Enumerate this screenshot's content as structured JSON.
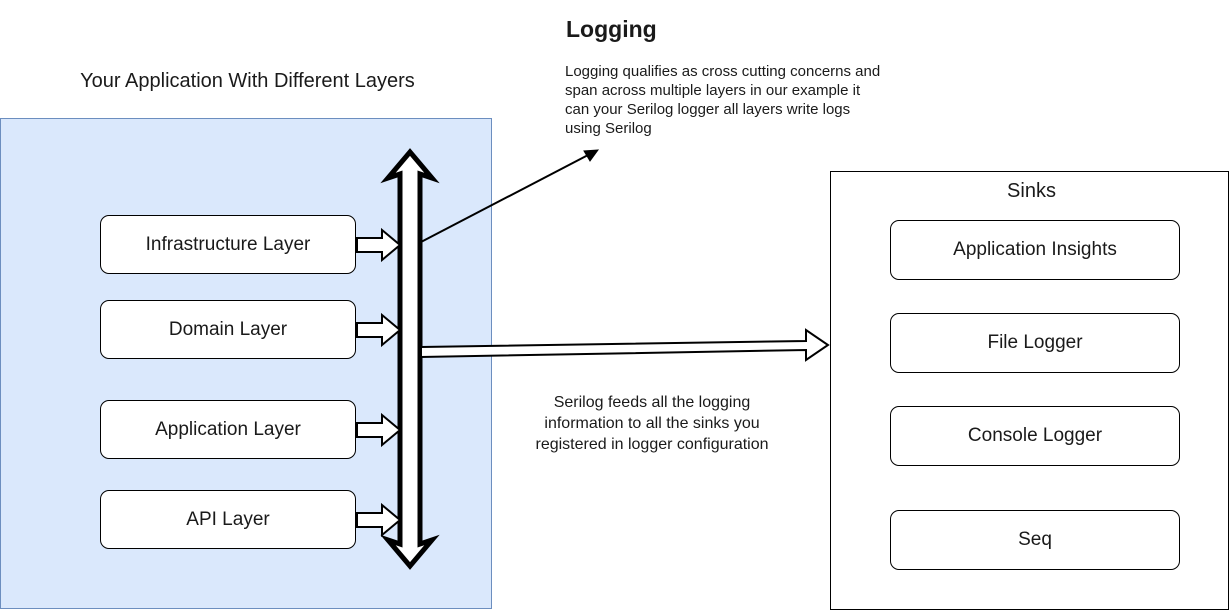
{
  "application": {
    "title": "Your Application With Different Layers",
    "layers": [
      "Infrastructure Layer",
      "Domain Layer",
      "Application Layer",
      "API Layer"
    ]
  },
  "logging": {
    "title": "Logging",
    "description": "Logging qualifies as cross cutting concerns and span across multiple layers in our example it can your Serilog logger all layers write logs using Serilog"
  },
  "sinks": {
    "title": "Sinks",
    "items": [
      "Application Insights",
      "File Logger",
      "Console Logger",
      "Seq"
    ]
  },
  "feed_description": "Serilog feeds all the logging information to all the sinks you registered in logger configuration",
  "colors": {
    "app_fill": "#dae8fc",
    "app_border": "#6c8ebf"
  }
}
